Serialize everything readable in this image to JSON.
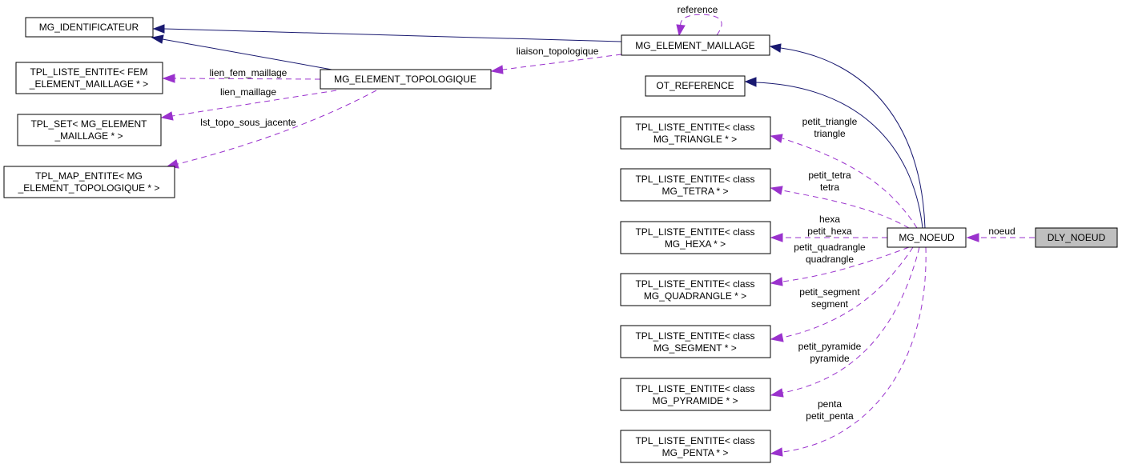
{
  "diagram": {
    "type": "collaboration-graph",
    "colors": {
      "inheritance_edge": "#191970",
      "usage_edge": "#9a32cd",
      "current_node_fill": "#bfbfbf",
      "node_fill": "#ffffff"
    },
    "nodes": {
      "mg_identificateur": {
        "lines": [
          "MG_IDENTIFICATEUR"
        ]
      },
      "tpl_liste_fem": {
        "lines": [
          "TPL_LISTE_ENTITE< FEM",
          "_ELEMENT_MAILLAGE * >"
        ]
      },
      "tpl_set": {
        "lines": [
          "TPL_SET< MG_ELEMENT",
          "_MAILLAGE * >"
        ]
      },
      "tpl_map": {
        "lines": [
          "TPL_MAP_ENTITE< MG",
          "_ELEMENT_TOPOLOGIQUE * >"
        ]
      },
      "mg_element_topologique": {
        "lines": [
          "MG_ELEMENT_TOPOLOGIQUE"
        ]
      },
      "mg_element_maillage": {
        "lines": [
          "MG_ELEMENT_MAILLAGE"
        ]
      },
      "ot_reference": {
        "lines": [
          "OT_REFERENCE"
        ]
      },
      "tpl_triangle": {
        "lines": [
          "TPL_LISTE_ENTITE< class",
          "MG_TRIANGLE * >"
        ]
      },
      "tpl_tetra": {
        "lines": [
          "TPL_LISTE_ENTITE< class",
          "MG_TETRA * >"
        ]
      },
      "tpl_hexa": {
        "lines": [
          "TPL_LISTE_ENTITE< class",
          "MG_HEXA * >"
        ]
      },
      "tpl_quadrangle": {
        "lines": [
          "TPL_LISTE_ENTITE< class",
          "MG_QUADRANGLE * >"
        ]
      },
      "tpl_segment": {
        "lines": [
          "TPL_LISTE_ENTITE< class",
          "MG_SEGMENT * >"
        ]
      },
      "tpl_pyramide": {
        "lines": [
          "TPL_LISTE_ENTITE< class",
          "MG_PYRAMIDE * >"
        ]
      },
      "tpl_penta": {
        "lines": [
          "TPL_LISTE_ENTITE< class",
          "MG_PENTA * >"
        ]
      },
      "mg_noeud": {
        "lines": [
          "MG_NOEUD"
        ]
      },
      "dly_noeud": {
        "lines": [
          "DLY_NOEUD"
        ],
        "current": true
      }
    },
    "edges": [
      {
        "from": "mg_element_maillage",
        "to": "mg_identificateur",
        "kind": "inheritance",
        "label": []
      },
      {
        "from": "mg_element_topologique",
        "to": "mg_identificateur",
        "kind": "inheritance",
        "label": []
      },
      {
        "from": "mg_noeud",
        "to": "mg_element_maillage",
        "kind": "inheritance",
        "label": []
      },
      {
        "from": "mg_noeud",
        "to": "ot_reference",
        "kind": "inheritance",
        "label": []
      },
      {
        "from": "mg_element_maillage",
        "to": "mg_element_maillage",
        "kind": "usage",
        "label": [
          "reference"
        ]
      },
      {
        "from": "mg_element_maillage",
        "to": "mg_element_topologique",
        "kind": "usage",
        "label": [
          "liaison_topologique"
        ]
      },
      {
        "from": "mg_element_topologique",
        "to": "tpl_liste_fem",
        "kind": "usage",
        "label": [
          "lien_fem_maillage"
        ]
      },
      {
        "from": "mg_element_topologique",
        "to": "tpl_set",
        "kind": "usage",
        "label": [
          "lien_maillage"
        ]
      },
      {
        "from": "mg_element_topologique",
        "to": "tpl_map",
        "kind": "usage",
        "label": [
          "lst_topo_sous_jacente"
        ]
      },
      {
        "from": "mg_noeud",
        "to": "tpl_triangle",
        "kind": "usage",
        "label": [
          "petit_triangle",
          "triangle"
        ]
      },
      {
        "from": "mg_noeud",
        "to": "tpl_tetra",
        "kind": "usage",
        "label": [
          "petit_tetra",
          "tetra"
        ]
      },
      {
        "from": "mg_noeud",
        "to": "tpl_hexa",
        "kind": "usage",
        "label": [
          "hexa",
          "petit_hexa"
        ]
      },
      {
        "from": "mg_noeud",
        "to": "tpl_quadrangle",
        "kind": "usage",
        "label": [
          "petit_quadrangle",
          "quadrangle"
        ]
      },
      {
        "from": "mg_noeud",
        "to": "tpl_segment",
        "kind": "usage",
        "label": [
          "petit_segment",
          "segment"
        ]
      },
      {
        "from": "mg_noeud",
        "to": "tpl_pyramide",
        "kind": "usage",
        "label": [
          "petit_pyramide",
          "pyramide"
        ]
      },
      {
        "from": "mg_noeud",
        "to": "tpl_penta",
        "kind": "usage",
        "label": [
          "penta",
          "petit_penta"
        ]
      },
      {
        "from": "dly_noeud",
        "to": "mg_noeud",
        "kind": "usage",
        "label": [
          "noeud"
        ]
      }
    ]
  }
}
